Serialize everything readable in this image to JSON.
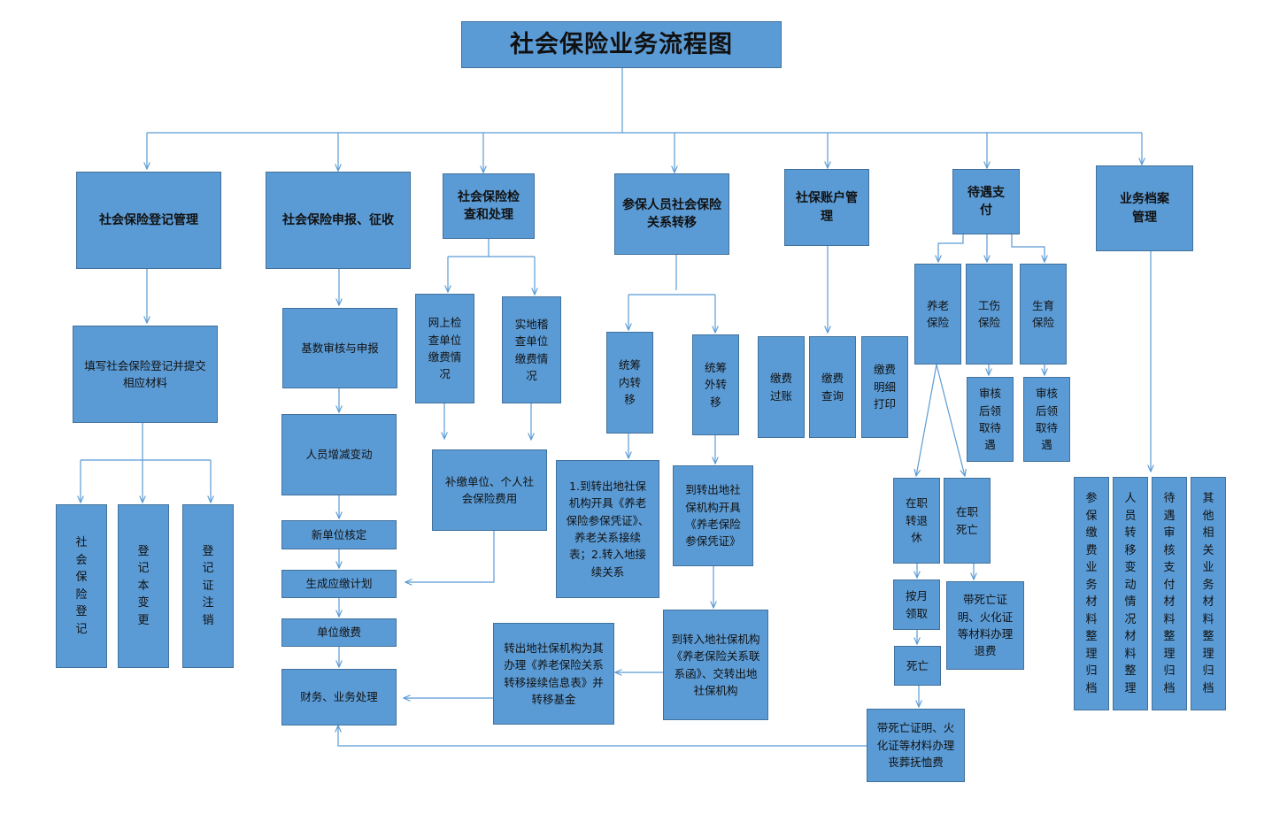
{
  "title": "社会保险业务流程图",
  "colors": {
    "box_fill": "#5b9bd5",
    "box_border": "#41719c",
    "line": "#5b9bd5"
  },
  "categories": {
    "registration": "社会保险登记管理",
    "declaration": "社会保险申报、征收",
    "inspection": "社会保险检查和处理",
    "transfer": "参保人员社会保险关系转移",
    "account": "社保账户管理",
    "payment": "待遇支付",
    "archive": "业务档案管理"
  },
  "registration": {
    "fill_form": "填写社会保险登记并提交相应材料",
    "items": [
      "社会保险登记",
      "登记本变更",
      "登记证注销"
    ]
  },
  "declaration": {
    "steps": [
      "基数审核与申报",
      "人员增减变动",
      "新单位核定",
      "生成应缴计划",
      "单位缴费",
      "财务、业务处理"
    ]
  },
  "inspection": {
    "online": "网上检查单位缴费情况",
    "field": "实地稽查单位缴费情况",
    "repay": "补缴单位、个人社会保险费用"
  },
  "transfer": {
    "internal": "统筹内转移",
    "external": "统筹外转移",
    "internal_detail": "1.到转出地社保机构开具《养老保险参保凭证》、养老关系接续表；2.转入地接续关系",
    "external_step1": "到转出地社保机构开具《养老保险参保凭证》",
    "external_step2": "到转入地社保机构《养老保险关系联系函》、交转出地社保机构",
    "external_step3": "转出地社保机构为其办理《养老保险关系转移接续信息表》并转移基金"
  },
  "account": {
    "items": [
      "缴费过账",
      "缴费查询",
      "缴费明细打印"
    ]
  },
  "payment": {
    "types": [
      "养老保险",
      "工伤保险",
      "生育保险"
    ],
    "injury_claim": "审核后领取待遇",
    "maternity_claim": "审核后领取待遇",
    "retire": "在职转退休",
    "death_in_service": "在职死亡",
    "monthly": "按月领取",
    "death": "死亡",
    "death_in_service_detail": "带死亡证明、火化证等材料办理退费",
    "death_detail": "带死亡证明、火化证等材料办理丧葬抚恤费"
  },
  "archive": {
    "items": [
      "参保缴费业务材料整理归档",
      "人员转移变动情况材料整理",
      "待遇审核支付材料整理归档",
      "其他相关业务材料整理归档"
    ]
  }
}
